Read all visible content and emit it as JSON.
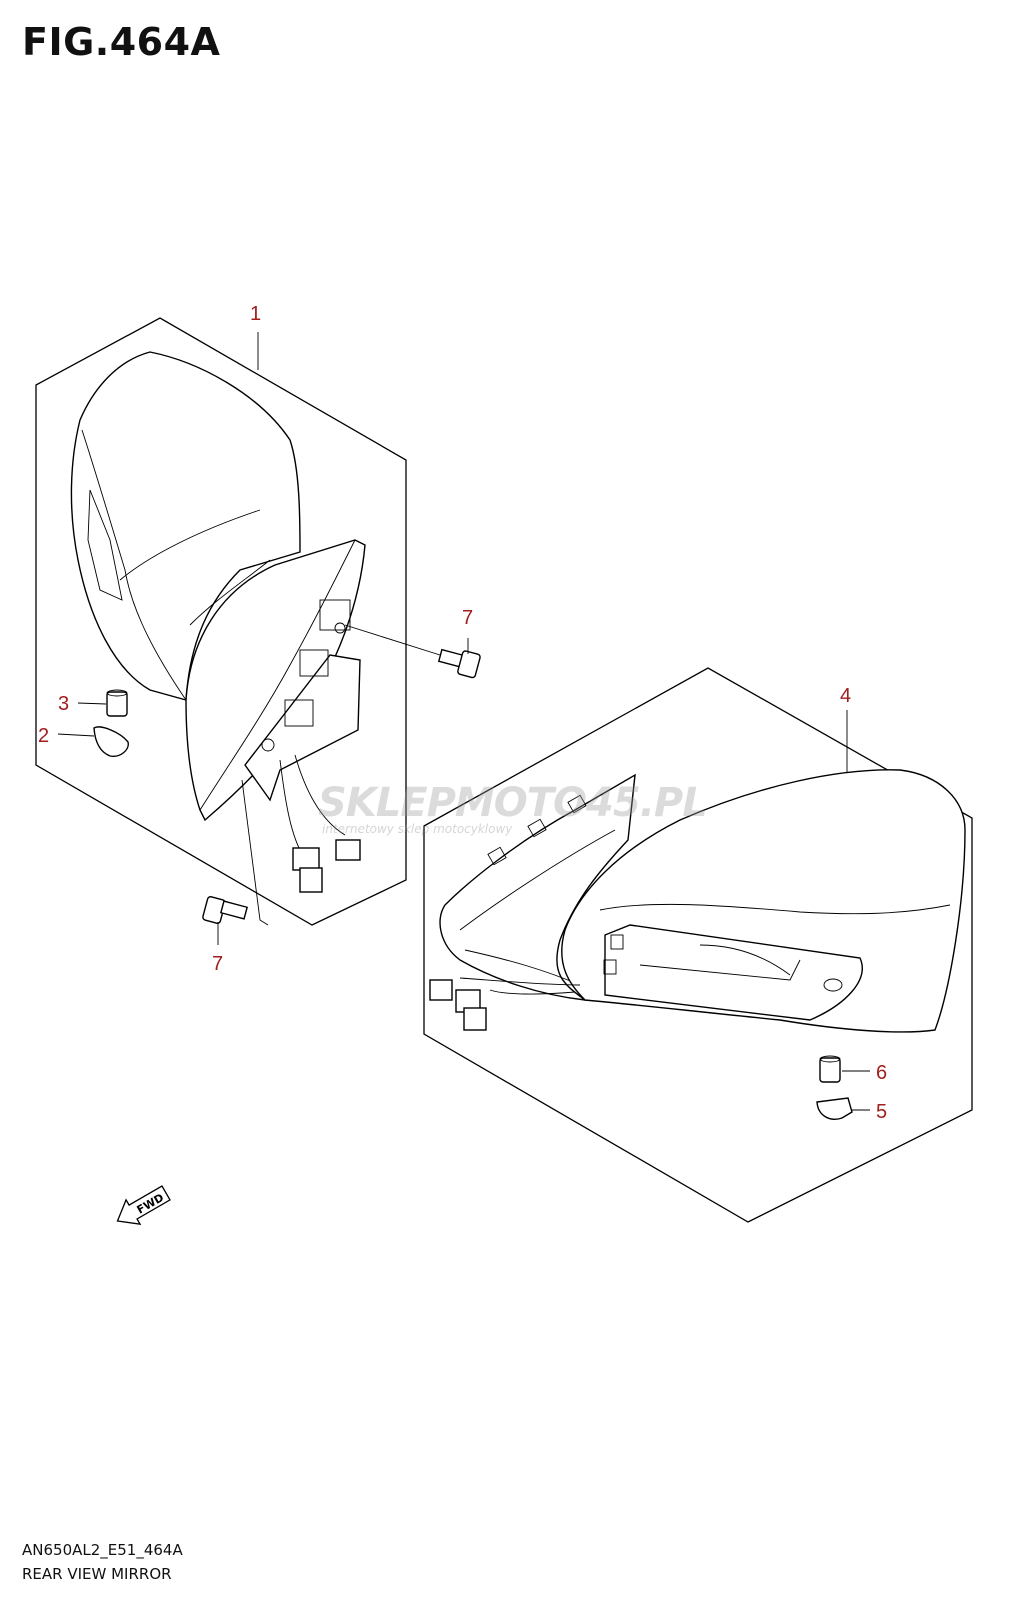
{
  "figure": {
    "title": "FIG.464A"
  },
  "callouts": [
    {
      "number": "1"
    },
    {
      "number": "2"
    },
    {
      "number": "3"
    },
    {
      "number": "4"
    },
    {
      "number": "5"
    },
    {
      "number": "6"
    },
    {
      "number": "7"
    },
    {
      "number": "7"
    }
  ],
  "fwd_label": "FWD",
  "watermark": {
    "brand": "SKLEPMOTO45.PL",
    "tagline": "internetowy sklep motocyklowy"
  },
  "footer": {
    "model_code": "AN650AL2_E51_464A",
    "description": "REAR VIEW MIRROR"
  },
  "colors": {
    "callout": "#a01e1e",
    "line": "#000000",
    "watermark_accent": "#e14a3a"
  }
}
